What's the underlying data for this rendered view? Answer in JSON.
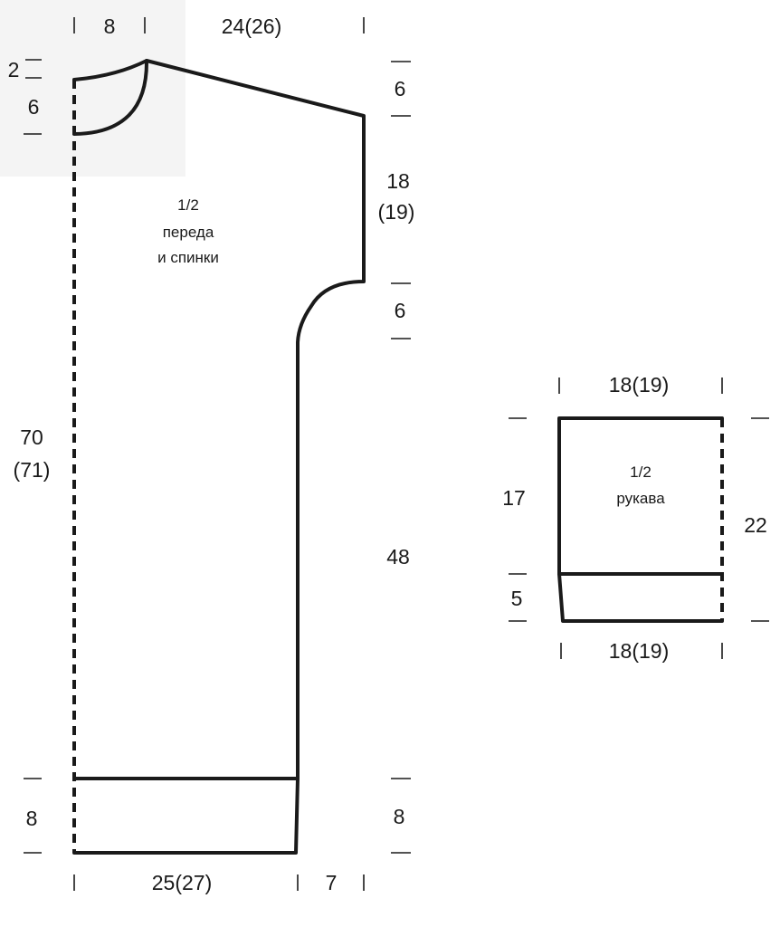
{
  "colors": {
    "ink": "#1a1a1a",
    "background": "#ffffff",
    "shade": "#f4f4f4"
  },
  "body_piece": {
    "label_line1": "1/2",
    "label_line2": "переда",
    "label_line3": "и спинки",
    "dim_neck_width": "8",
    "dim_shoulder_width": "24(26)",
    "dim_shoulder_drop": "2",
    "dim_neck_depth": "6",
    "dim_shoulder_slope": "6",
    "dim_armhole_line1": "18",
    "dim_armhole_line2": "(19)",
    "dim_underarm_curve": "6",
    "dim_total_length_line1": "70",
    "dim_total_length_line2": "(71)",
    "dim_side_length": "48",
    "dim_hem_left": "8",
    "dim_hem_right": "8",
    "dim_bottom_width": "25(27)",
    "dim_bottom_extra": "7"
  },
  "sleeve_piece": {
    "label_line1": "1/2",
    "label_line2": "рукава",
    "dim_top_width": "18(19)",
    "dim_bottom_width": "18(19)",
    "dim_body_height": "17",
    "dim_cuff_height": "5",
    "dim_total_height": "22"
  }
}
